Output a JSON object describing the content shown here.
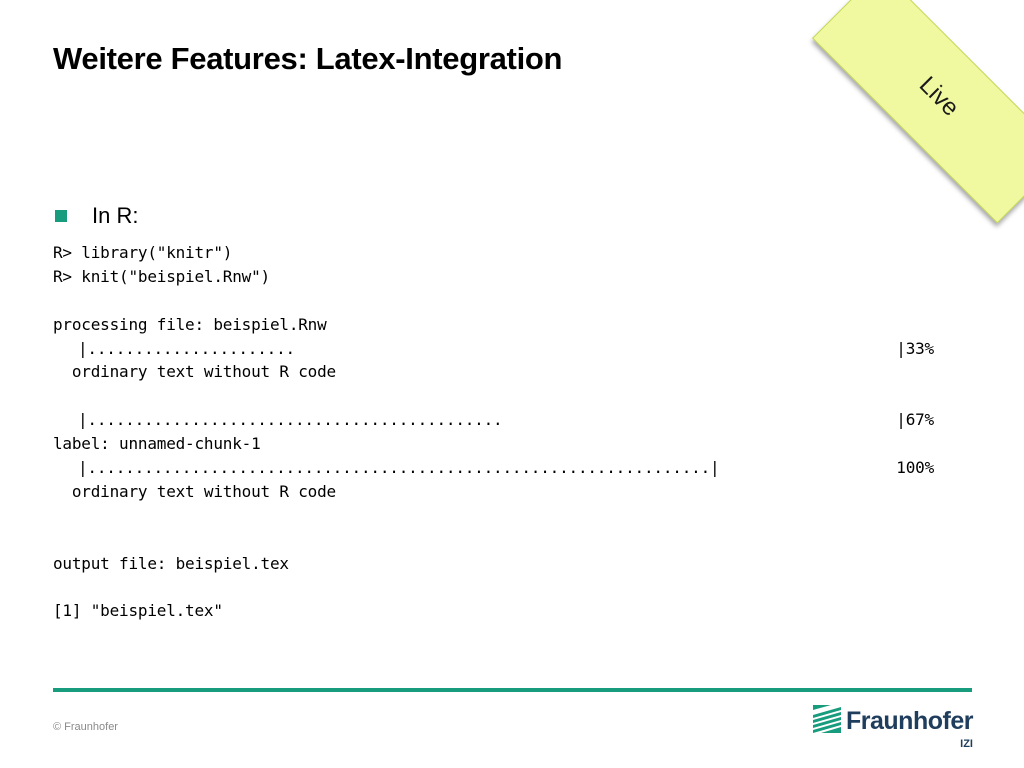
{
  "slide": {
    "title": "Weitere Features: Latex-Integration",
    "badge": "Live",
    "bullet": "In R:"
  },
  "code": {
    "line1": "R> library(\"knitr\")",
    "line2": "R> knit(\"beispiel.Rnw\")",
    "line4": "processing file: beispiel.Rnw",
    "progress1": {
      "bar": "|......................",
      "end": "|",
      "percent": "33%"
    },
    "line6": "  ordinary text without R code",
    "progress2": {
      "bar": "|............................................",
      "end": "|",
      "percent": "67%"
    },
    "line9": "label: unnamed-chunk-1",
    "progress3": {
      "bar": "|..................................................................|",
      "percent": "100%"
    },
    "line11": "  ordinary text without R code",
    "line14": "output file: beispiel.tex",
    "line16": "[1] \"beispiel.tex\""
  },
  "footer": {
    "copyright": "© Fraunhofer",
    "logo_name": "Fraunhofer",
    "logo_sub": "IZI"
  },
  "colors": {
    "accent": "#179c7d",
    "ribbon": "#f1f9a0",
    "logo_text": "#1f3d5c"
  }
}
